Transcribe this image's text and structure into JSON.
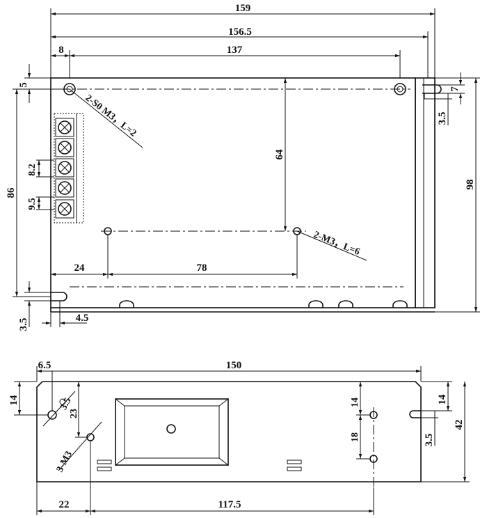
{
  "top_view": {
    "dims": {
      "overall_width": "159",
      "inner_width": "156.5",
      "left_offset": "8",
      "hole_spacing": "137",
      "top_offset": "5",
      "height": "86",
      "total_height": "98",
      "vertical_64": "64",
      "terminal_pitch_1": "8.2",
      "terminal_pitch_2": "9.5",
      "bottom_offset_24": "24",
      "bottom_spacing_78": "78",
      "tab_7": "7",
      "tab_3_5_right": "3.5",
      "tab_3_5_left": "3.5",
      "tab_4_5": "4.5"
    },
    "callouts": {
      "top_holes": "2-S0 M3，L=2",
      "mid_holes": "2-M3，L=6"
    }
  },
  "bottom_view": {
    "dims": {
      "width_150": "150",
      "left_6_5": "6.5",
      "hole_3_5": "3.5",
      "height_14_left": "14",
      "vert_23": "23",
      "right_14": "14",
      "right_18": "18",
      "tab_14": "14",
      "tab_3_5": "3.5",
      "height_42": "42",
      "bottom_22": "22",
      "bottom_117_5": "117.5"
    },
    "callouts": {
      "holes": "3-M3"
    }
  }
}
